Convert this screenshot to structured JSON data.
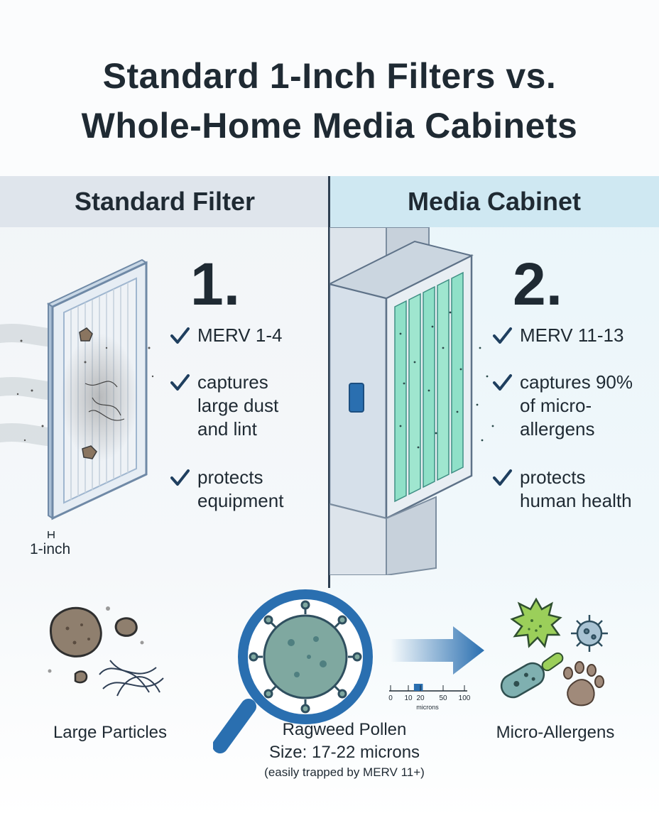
{
  "title": {
    "line1": "Standard 1-Inch Filters vs.",
    "line2": "Whole-Home Media Cabinets"
  },
  "left": {
    "heading": "Standard Filter",
    "number": "1.",
    "features": [
      {
        "icon": "check-icon",
        "text": "MERV 1-4"
      },
      {
        "icon": "check-icon",
        "text": "captures\nlarge dust\nand lint"
      },
      {
        "icon": "check-icon",
        "text": "protects\nequipment"
      }
    ],
    "thickness_label": "1-inch",
    "particles_caption": "Large Particles"
  },
  "right": {
    "heading": "Media Cabinet",
    "number": "2.",
    "features": [
      {
        "icon": "check-icon",
        "text": "MERV 11-13"
      },
      {
        "icon": "check-icon",
        "text": "captures 90%\nof micro-\nallergens"
      },
      {
        "icon": "check-icon",
        "text": "protects\nhuman health"
      }
    ],
    "allergens_caption": "Micro-Allergens"
  },
  "pollen": {
    "caption_line1": "Ragweed Pollen",
    "caption_line2": "Size: 17-22 microns",
    "caption_line3": "(easily trapped by MERV 11+)",
    "scale_ticks": [
      "0",
      "10",
      "20",
      "50",
      "100"
    ],
    "scale_unit": "microns",
    "highlight_range": [
      17,
      22
    ]
  },
  "colors": {
    "ink": "#1f2a33",
    "accent_blue": "#2a6fb0",
    "filter_frame": "#9fb6cf",
    "media_green": "#7fd6c0"
  }
}
